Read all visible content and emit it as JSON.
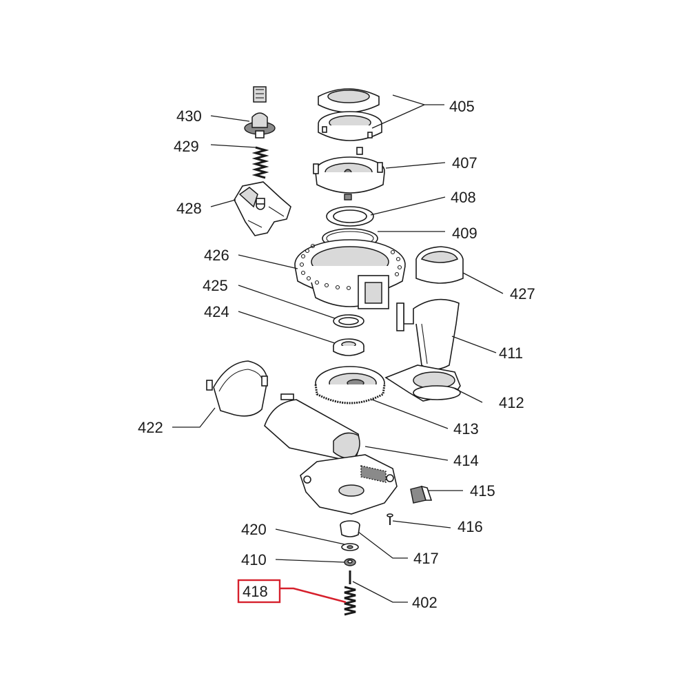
{
  "diagram": {
    "labels": [
      {
        "id": "405",
        "text": "405"
      },
      {
        "id": "407",
        "text": "407"
      },
      {
        "id": "408",
        "text": "408"
      },
      {
        "id": "409",
        "text": "409"
      },
      {
        "id": "430",
        "text": "430"
      },
      {
        "id": "429",
        "text": "429"
      },
      {
        "id": "428",
        "text": "428"
      },
      {
        "id": "426",
        "text": "426"
      },
      {
        "id": "427",
        "text": "427"
      },
      {
        "id": "425",
        "text": "425"
      },
      {
        "id": "424",
        "text": "424"
      },
      {
        "id": "411",
        "text": "411"
      },
      {
        "id": "412",
        "text": "412"
      },
      {
        "id": "413",
        "text": "413"
      },
      {
        "id": "422",
        "text": "422"
      },
      {
        "id": "414",
        "text": "414"
      },
      {
        "id": "415",
        "text": "415"
      },
      {
        "id": "416",
        "text": "416"
      },
      {
        "id": "420",
        "text": "420"
      },
      {
        "id": "417",
        "text": "417"
      },
      {
        "id": "410",
        "text": "410"
      },
      {
        "id": "418",
        "text": "418"
      },
      {
        "id": "402",
        "text": "402"
      }
    ],
    "highlighted_label": "418",
    "highlight_color": "#d6202c",
    "line_color": "#1a1a1a"
  }
}
